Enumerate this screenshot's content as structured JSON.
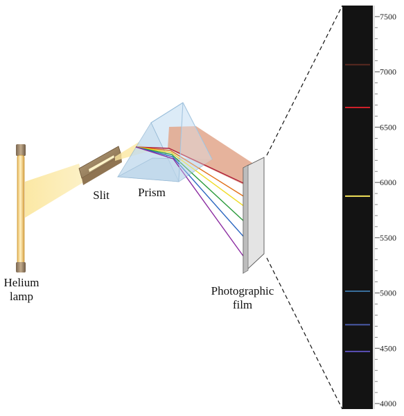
{
  "labels": {
    "lamp_line1": "Helium",
    "lamp_line2": "lamp",
    "slit": "Slit",
    "prism": "Prism",
    "film_line1": "Photographic",
    "film_line2": "film"
  },
  "spectrum": {
    "scale_ticks": [
      "7500",
      "7000",
      "6500",
      "6000",
      "5500",
      "5000",
      "4500",
      "4000"
    ],
    "lines": [
      {
        "wavelength": 7065,
        "color": "#5a2a20"
      },
      {
        "wavelength": 6678,
        "color": "#d0202a"
      },
      {
        "wavelength": 5876,
        "color": "#f3e35a"
      },
      {
        "wavelength": 5016,
        "color": "#3a6f9c"
      },
      {
        "wavelength": 4713,
        "color": "#4a5aa8"
      },
      {
        "wavelength": 4471,
        "color": "#5a4fb5"
      }
    ],
    "range": [
      3950,
      7600
    ]
  },
  "colors": {
    "beam": "#fbe9a6",
    "wide_beam": "#e6aa90",
    "prism": "#cfe4f4",
    "film_strip": "#131313",
    "ray_colors": [
      "#b01e3a",
      "#e0701a",
      "#f0dc28",
      "#2a9a3a",
      "#2a66c0",
      "#8a2aa0"
    ]
  }
}
